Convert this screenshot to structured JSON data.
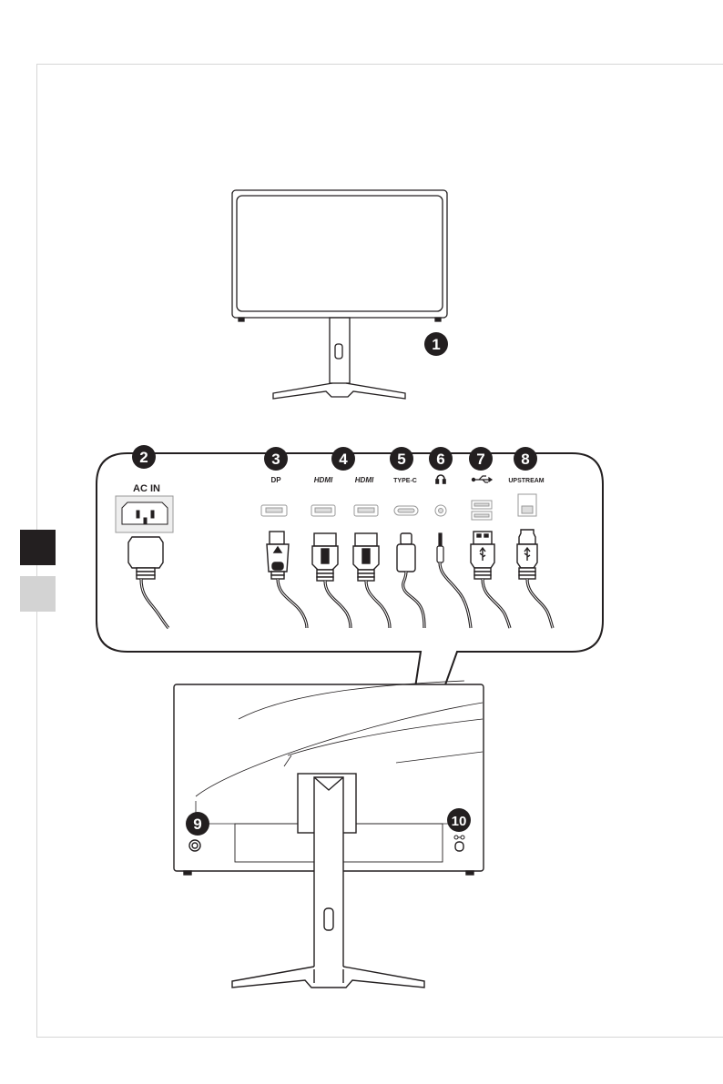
{
  "callouts": [
    {
      "num": "1"
    },
    {
      "num": "2",
      "label": "AC IN"
    },
    {
      "num": "3",
      "label": "DP"
    },
    {
      "num": "4",
      "label": "HDMI",
      "label2": "HDMI"
    },
    {
      "num": "5",
      "label": "TYPE-C"
    },
    {
      "num": "6",
      "icon": "headphone-icon"
    },
    {
      "num": "7",
      "icon": "usb-icon"
    },
    {
      "num": "8",
      "label": "UPSTREAM"
    },
    {
      "num": "9"
    },
    {
      "num": "10"
    }
  ],
  "colors": {
    "ink": "#231f20",
    "tab_dark": "#231f20",
    "tab_light": "#d3d3d3",
    "frame": "#d6d6d6"
  }
}
